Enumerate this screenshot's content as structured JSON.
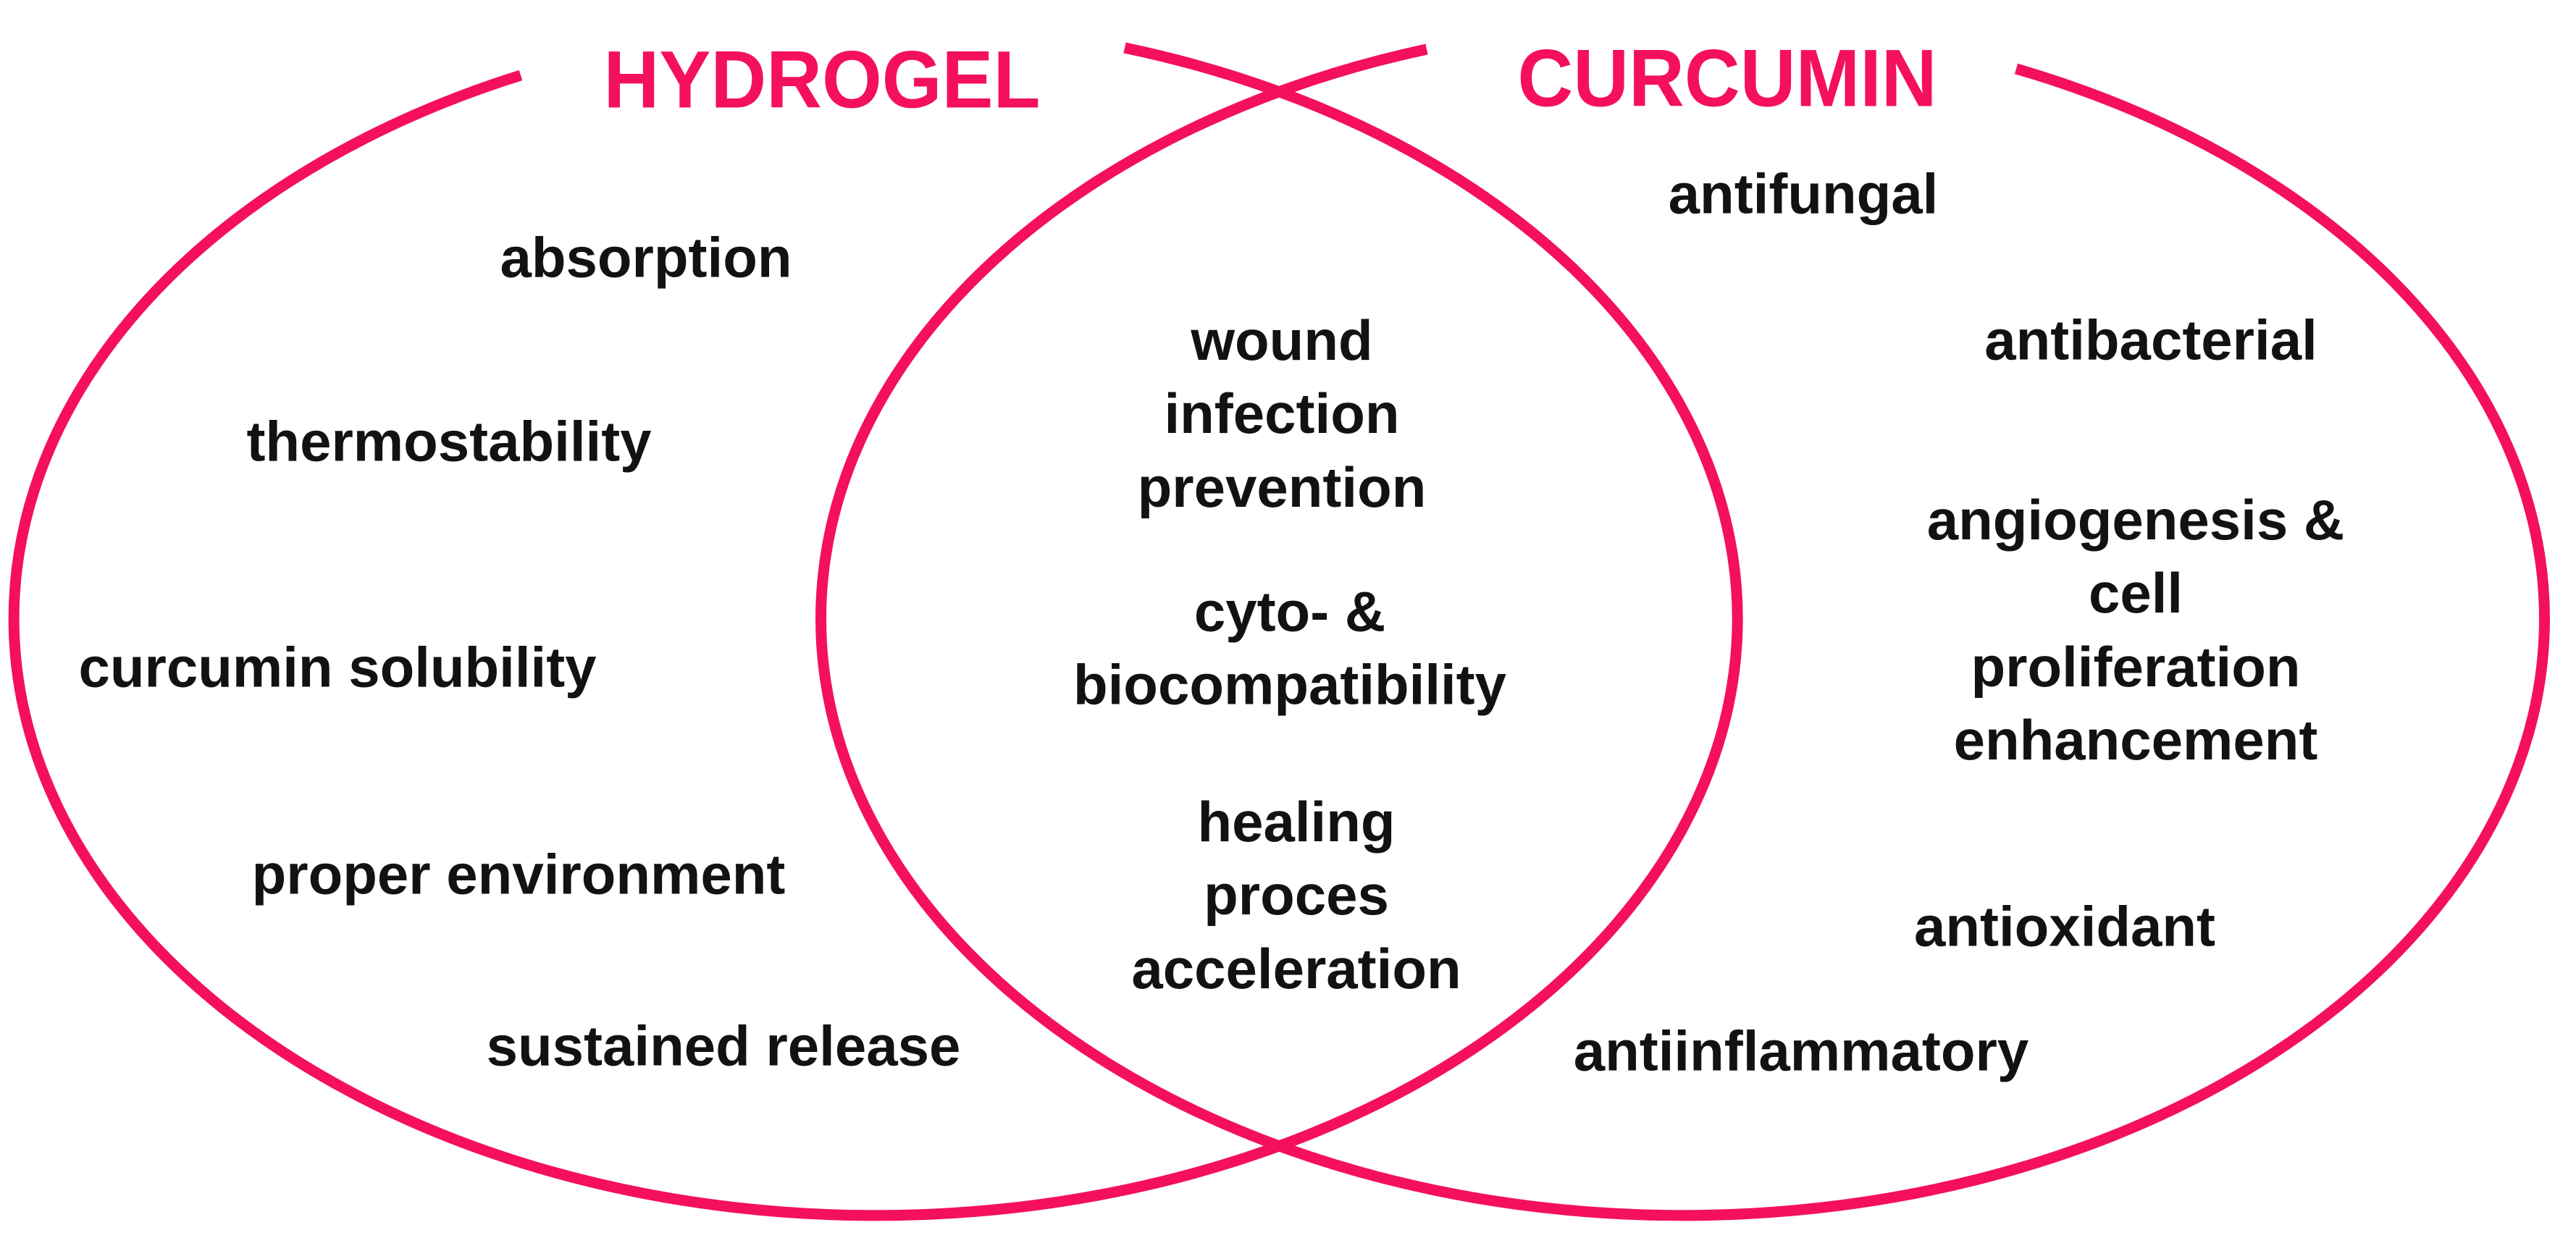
{
  "figure": {
    "type": "venn-diagram",
    "accent_color": "#f4105f",
    "text_color": "#121212",
    "background_color": "#ffffff",
    "left": {
      "title": "HYDROGEL",
      "items": [
        "absorption",
        "thermostability",
        "curcumin solubility",
        "proper environment",
        "sustained release"
      ]
    },
    "intersection": {
      "items": [
        "wound\ninfection\nprevention",
        "cyto- &\nbiocompatibility",
        "healing\nproces\nacceleration"
      ]
    },
    "right": {
      "title": "CURCUMIN",
      "items": [
        "antifungal",
        "antibacterial",
        "angiogenesis & cell\nproliferation\nenhancement",
        "antioxidant",
        "antiinflammatory"
      ]
    }
  }
}
